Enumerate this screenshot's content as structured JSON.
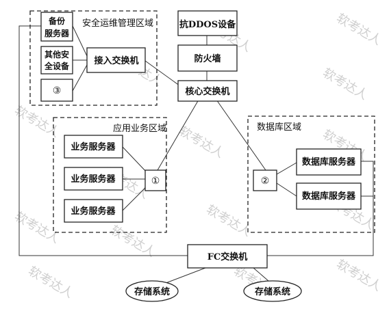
{
  "zones": {
    "security": "安全运维管理区域",
    "app": "应用业务区域",
    "db": "数据库区域"
  },
  "devices": {
    "anti_ddos": "抗DDOS设备",
    "firewall": "防火墙",
    "core_switch": "核心交换机",
    "access_switch": "接入交换机",
    "backup_server_l1": "备份",
    "backup_server_l2": "服务器",
    "other_security_l1": "其他安",
    "other_security_l2": "全设备",
    "marker3": "③",
    "marker1": "①",
    "marker2": "②",
    "biz_server": "业务服务器",
    "db_server": "数据库服务器",
    "fc_switch": "FC交换机",
    "storage": "存储系统"
  },
  "watermark": "软考达人"
}
